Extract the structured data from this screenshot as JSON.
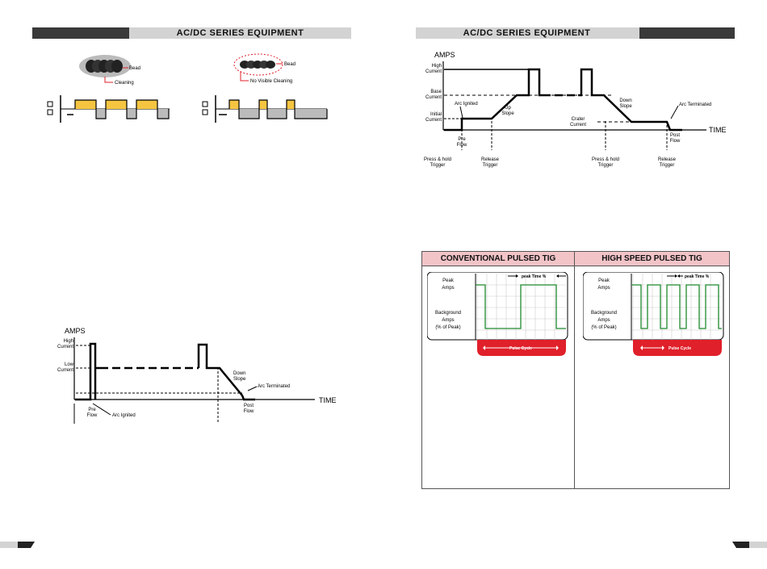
{
  "header": {
    "left_title": "AC/DC  SERIES EQUIPMENT",
    "right_title": "AC/DC  SERIES EQUIPMENT"
  },
  "balance_figure": {
    "left_labels": {
      "bead": "Bead",
      "cleaning": "Cleaning"
    },
    "right_labels": {
      "bead": "Bead",
      "no_cleaning": "No Visible Cleaning"
    }
  },
  "pulse_graph_left": {
    "y_title": "AMPS",
    "high": "High\nCurrent",
    "low": "Low\nCurrent",
    "down_slope": "Down\nSlope",
    "arc_terminated": "Arc Terminated",
    "time": "TIME",
    "post_flow": "Post\nFlow",
    "pre_flow": "Pre\nFlow",
    "arc_ignited": "Arc Ignited"
  },
  "sequence_graph_right": {
    "y_title": "AMPS",
    "high": "High\nCurrent",
    "base": "Base\nCurrent",
    "initial": "Initial\nCurrent",
    "arc_ignited": "Arc Ignited",
    "up_slope": "Up\nSlope",
    "down_slope": "Down\nSlope",
    "arc_terminated": "Arc Terminated",
    "crater": "Crater\nCurrent",
    "time": "TIME",
    "pre_flow": "Pre\nFlow",
    "press_hold_1": "Press & hold\nTrigger",
    "release_1": "Release\nTrigger",
    "press_hold_2": "Press & hold\nTrigger",
    "post_flow": "Post\nFlow",
    "release_2": "Release\nTrigger"
  },
  "pulsed_comparison": {
    "conventional": {
      "title": "CONVENTIONAL PULSED TIG",
      "peak": "Peak\nAmps",
      "background": "Background\nAmps\n(% of Peak)",
      "peak_time": "peak Time %",
      "pulse_cycle": "Pulse Cycle"
    },
    "high_speed": {
      "title": "HIGH SPEED PULSED TIG",
      "peak": "Peak\nAmps",
      "background": "Background\nAmps\n(% of Peak)",
      "peak_time": "peak Time %",
      "pulse_cycle": "Pulse Cycle"
    }
  },
  "colors": {
    "header_light": "#d3d3d3",
    "header_dark": "#3a3a3a",
    "heading_pink": "#f2c4c8",
    "red_bar": "#e0202a",
    "wave_green": "#1f8a2e",
    "balance_yellow": "#f5c542"
  }
}
